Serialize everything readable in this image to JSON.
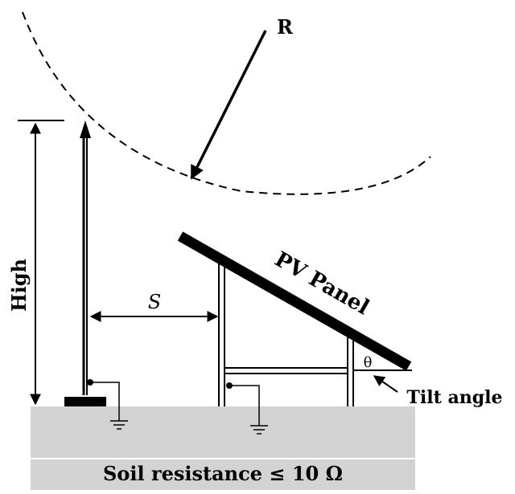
{
  "labels": {
    "radius": "R",
    "height": "High",
    "spacing": "S",
    "panel": "PV Panel",
    "theta": "θ",
    "tilt": "Tilt angle",
    "soil": "Soil resistance ≤ 10 Ω"
  },
  "colors": {
    "ink": "#000000",
    "ground": "#d3d3d3",
    "background": "#ffffff"
  }
}
